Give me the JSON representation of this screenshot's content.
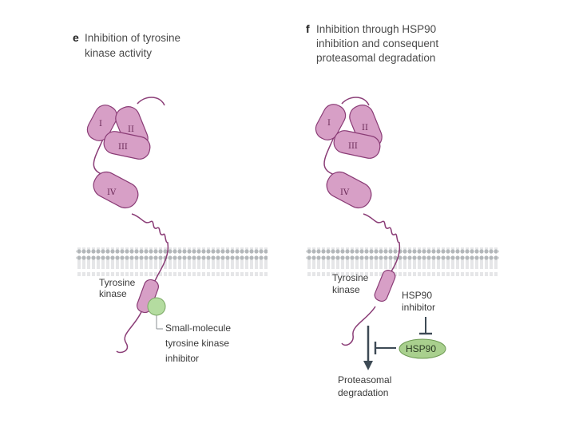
{
  "colors": {
    "protein_fill": "#d79fc6",
    "protein_stroke": "#8a3c76",
    "membrane": "#b8bcbe",
    "hsp_fill": "#a9d08e",
    "inhibitor_fill": "#b4dca0",
    "arrow": "#3d4a55"
  },
  "panel_e": {
    "letter": "e",
    "title_line1": "Inhibition of tyrosine",
    "title_line2": "kinase activity",
    "domains": [
      "I",
      "II",
      "III",
      "IV"
    ],
    "kinase_label_line1": "Tyrosine",
    "kinase_label_line2": "kinase",
    "inhibitor_label_line1": "Small-molecule",
    "inhibitor_label_line2": "tyrosine kinase",
    "inhibitor_label_line3": "inhibitor"
  },
  "panel_f": {
    "letter": "f",
    "title_line1": "Inhibition through HSP90",
    "title_line2": "inhibition and consequent",
    "title_line3": "proteasomal degradation",
    "domains": [
      "I",
      "II",
      "III",
      "IV"
    ],
    "kinase_label_line1": "Tyrosine",
    "kinase_label_line2": "kinase",
    "hsp_inhibitor_line1": "HSP90",
    "hsp_inhibitor_line2": "inhibitor",
    "hsp_label": "HSP90",
    "degradation_line1": "Proteasomal",
    "degradation_line2": "degradation"
  }
}
